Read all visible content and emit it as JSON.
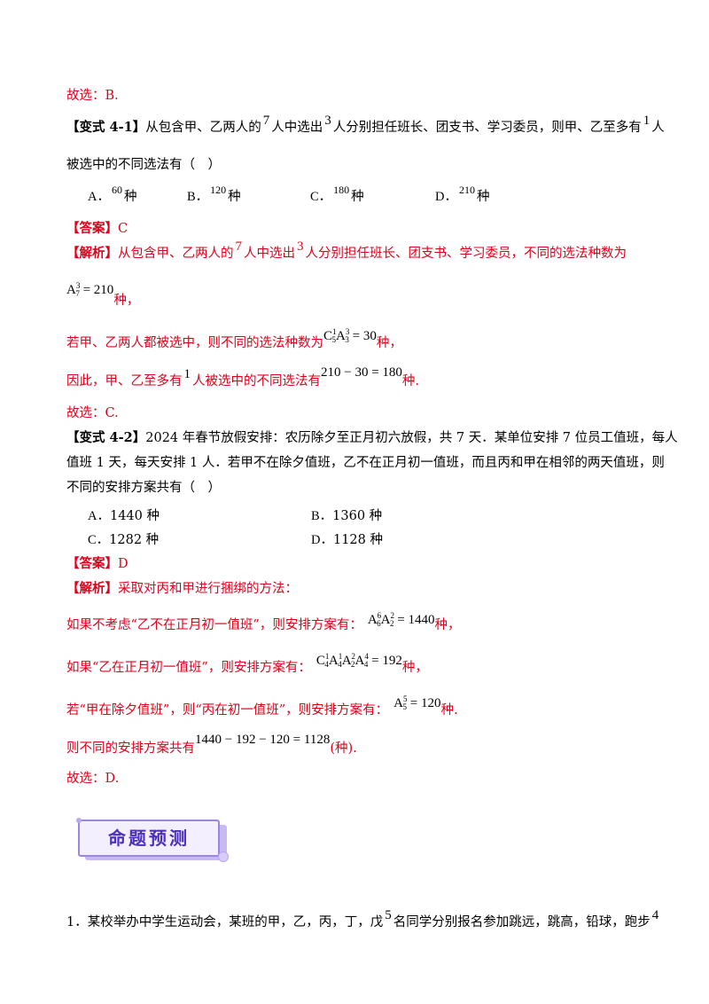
{
  "top": {
    "answer_line": "故选：B."
  },
  "v41": {
    "tag": "【变式 4-1】",
    "q_a": "从包含甲、乙两人的",
    "n7": "7",
    "q_b": "人中选出",
    "n3": "3",
    "q_c": "人分别担任班长、团支书、学习委员，则甲、乙至多有",
    "n1": "1",
    "q_d": "人",
    "q_line2": "被选中的不同选法有（　）",
    "options": [
      {
        "letter": "A．",
        "value": "60",
        "unit": "种"
      },
      {
        "letter": "B．",
        "value": "120",
        "unit": "种"
      },
      {
        "letter": "C．",
        "value": "180",
        "unit": "种"
      },
      {
        "letter": "D．",
        "value": "210",
        "unit": "种"
      }
    ],
    "answer_tag": "【答案】",
    "answer": "C",
    "analysis_tag": "【解析】",
    "a1_a": "从包含甲、乙两人的",
    "a1_n7": "7",
    "a1_b": "人中选出",
    "a1_n3": "3",
    "a1_c": "人分别担任班长、团支书、学习委员，不同的选法种数为",
    "a2_formula": "= 210",
    "a2_unit": "种，",
    "a3_text": "若甲、乙两人都被选中，则不同的选法种数为",
    "a3_formula": "= 30",
    "a3_unit": "种，",
    "a4_text_a": "因此，甲、乙至多有",
    "a4_n1": "1",
    "a4_text_b": "人被选中的不同选法有",
    "a4_formula": "210 − 30 = 180",
    "a4_unit": "种.",
    "conclusion": "故选：C."
  },
  "v42": {
    "tag": "【变式 4-2】",
    "q_line1": "2024 年春节放假安排：农历除夕至正月初六放假，共 7 天．某单位安排 7 位员工值班，每人",
    "q_line2": "值班 1 天，每天安排 1 人．若甲不在除夕值班，乙不在正月初一值班，而且丙和甲在相邻的两天值班，则",
    "q_line3": "不同的安排方案共有（　）",
    "options": [
      {
        "letter": "A．",
        "text": "1440 种"
      },
      {
        "letter": "B．",
        "text": "1360 种"
      },
      {
        "letter": "C．",
        "text": "1282 种"
      },
      {
        "letter": "D．",
        "text": "1128 种"
      }
    ],
    "answer_tag": "【答案】",
    "answer": "D",
    "analysis_tag": "【解析】",
    "a1": "采取对丙和甲进行捆绑的方法：",
    "a2_text": "如果不考虑“乙不在正月初一值班”，则安排方案有：",
    "a2_formula": "= 1440",
    "a2_unit": "种，",
    "a3_text": "如果“乙在正月初一值班”，则安排方案有：",
    "a3_formula": "= 192",
    "a3_unit": "种，",
    "a4_text": "若“甲在除夕值班”，则“丙在初一值班”，则安排方案有：",
    "a4_formula": "= 120",
    "a4_unit": "种.",
    "a5_text": "则不同的安排方案共有",
    "a5_formula": "1440 − 192 − 120 = 1128",
    "a5_unit": "(种).",
    "conclusion": "故选：D."
  },
  "section_title": "命题预测",
  "q1": {
    "text_a": "1．某校举办中学生运动会，某班的甲，乙，丙，丁，戊",
    "n5": "5",
    "text_b": "名同学分别报名参加跳远，跳高，铅球，跑步",
    "n4": "4"
  },
  "colors": {
    "answer_red": "#e0001b",
    "title_purple": "#4b2fb8",
    "title_bg": "#f3efff",
    "title_border": "#9b87e0"
  }
}
